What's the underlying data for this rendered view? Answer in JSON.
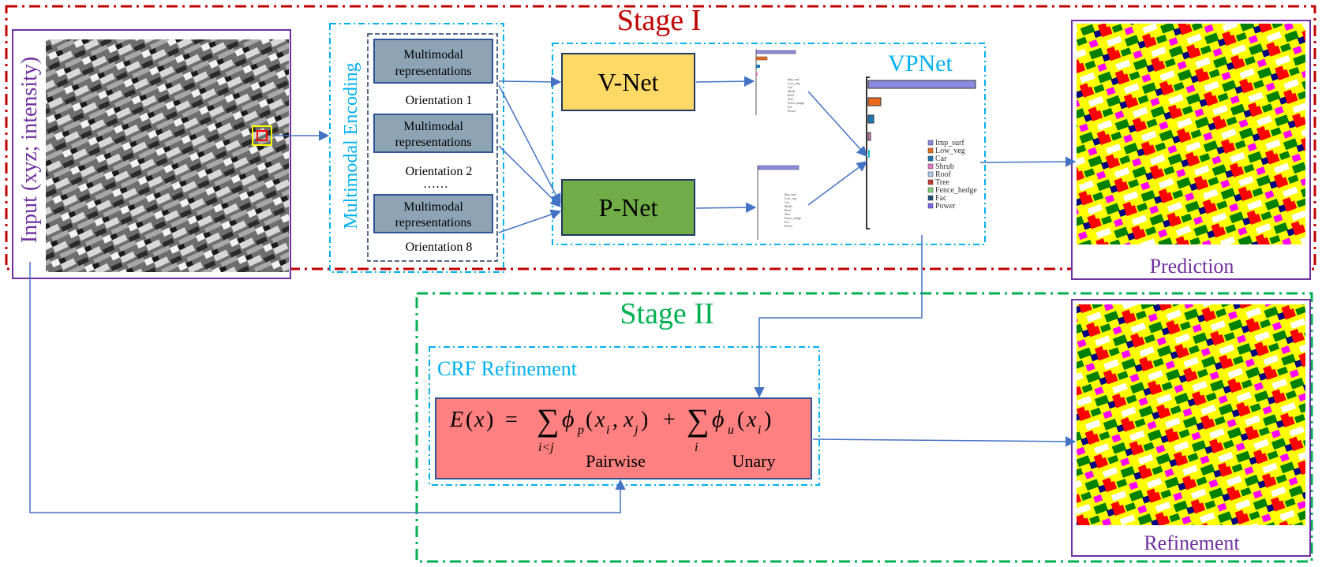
{
  "stage1": {
    "title": "Stage I"
  },
  "stage2": {
    "title": "Stage II"
  },
  "input": {
    "label": "Input (xyz; intensity)"
  },
  "encoding": {
    "title": "Multimodal Encoding",
    "box_line1": "Multimodal",
    "box_line2": "representations",
    "orientations": [
      "Orientation 1",
      "Orientation 2",
      "Orientation 8"
    ],
    "ellipsis": "……"
  },
  "vnet": {
    "label": "V-Net"
  },
  "pnet": {
    "label": "P-Net"
  },
  "vpnet": {
    "title": "VPNet"
  },
  "legend": [
    "Imp_surf",
    "Low_veg",
    "Car",
    "Shrub",
    "Roof",
    "Tree",
    "Fence_hedge",
    "Fac",
    "Power"
  ],
  "crf": {
    "title": "CRF Refinement",
    "pairwise": "Pairwise",
    "unary": "Unary"
  },
  "prediction": {
    "label": "Prediction"
  },
  "refinement": {
    "label": "Refinement"
  },
  "colors": {
    "stage1_border": "#c00000",
    "stage2_border": "#00b050",
    "accent_blue": "#00b0f0",
    "purple": "#7030a0",
    "vnet_fill": "#ffd966",
    "pnet_fill": "#70ad47",
    "crf_fill": "#ff8080",
    "mm_fill": "#8ea4b4",
    "arrow": "#4472c4"
  }
}
